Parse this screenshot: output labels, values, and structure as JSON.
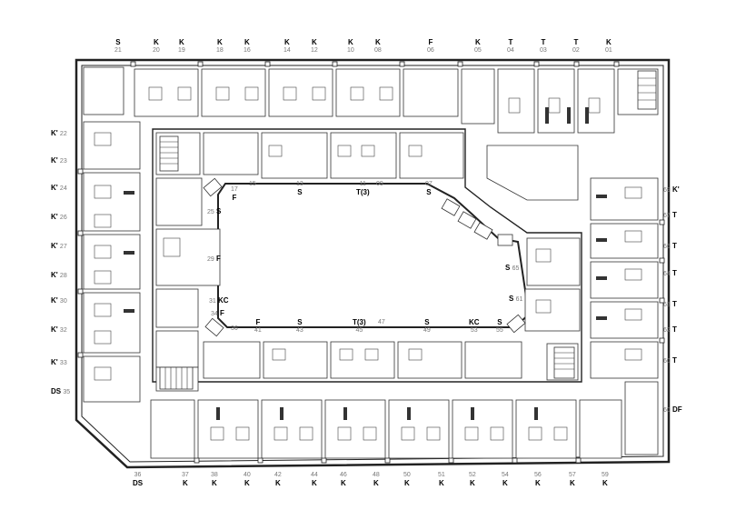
{
  "plan": {
    "top_labels": [
      {
        "type": "S",
        "num": "21"
      },
      {
        "type": "K",
        "num": "20"
      },
      {
        "type": "K",
        "num": "19"
      },
      {
        "type": "K",
        "num": "18"
      },
      {
        "type": "K",
        "num": "16"
      },
      {
        "type": "K",
        "num": "14"
      },
      {
        "type": "K",
        "num": "12"
      },
      {
        "type": "K",
        "num": "10"
      },
      {
        "type": "K",
        "num": "08"
      },
      {
        "type": "F",
        "num": "06"
      },
      {
        "type": "K",
        "num": "05"
      },
      {
        "type": "T",
        "num": "04"
      },
      {
        "type": "T",
        "num": "03"
      },
      {
        "type": "T",
        "num": "02"
      },
      {
        "type": "K",
        "num": "01"
      }
    ],
    "bottom_labels": [
      {
        "type": "DS",
        "num": "36"
      },
      {
        "type": "K",
        "num": "37"
      },
      {
        "type": "K",
        "num": "38"
      },
      {
        "type": "K",
        "num": "40"
      },
      {
        "type": "K",
        "num": "42"
      },
      {
        "type": "K",
        "num": "44"
      },
      {
        "type": "K",
        "num": "46"
      },
      {
        "type": "K",
        "num": "48"
      },
      {
        "type": "K",
        "num": "50"
      },
      {
        "type": "K",
        "num": "51"
      },
      {
        "type": "K",
        "num": "52"
      },
      {
        "type": "K",
        "num": "54"
      },
      {
        "type": "K",
        "num": "56"
      },
      {
        "type": "K",
        "num": "57"
      },
      {
        "type": "K",
        "num": "59"
      }
    ],
    "left_labels": [
      {
        "type": "K'",
        "num": "22"
      },
      {
        "type": "K'",
        "num": "23"
      },
      {
        "type": "K'",
        "num": "24"
      },
      {
        "type": "K'",
        "num": "26"
      },
      {
        "type": "K'",
        "num": "27"
      },
      {
        "type": "K'",
        "num": "28"
      },
      {
        "type": "K'",
        "num": "30"
      },
      {
        "type": "K'",
        "num": "32"
      },
      {
        "type": "K'",
        "num": "33"
      },
      {
        "type": "DS",
        "num": "35"
      }
    ],
    "right_labels": [
      {
        "type": "K'",
        "num": "69"
      },
      {
        "type": "T",
        "num": "67"
      },
      {
        "type": "T",
        "num": "66"
      },
      {
        "type": "T",
        "num": "64"
      },
      {
        "type": "T",
        "num": "63"
      },
      {
        "type": "T",
        "num": "62"
      },
      {
        "type": "T",
        "num": "60"
      },
      {
        "type": "DF",
        "num": "60"
      }
    ],
    "inner_top_labels": [
      {
        "type": "F",
        "num": "17"
      },
      {
        "type": "",
        "num": "15"
      },
      {
        "type": "S",
        "num": "13"
      },
      {
        "type": "T(3)",
        "num": "11"
      },
      {
        "type": "",
        "num": "09"
      },
      {
        "type": "S",
        "num": "07"
      }
    ],
    "inner_left_labels": [
      {
        "type": "S",
        "num": "25"
      },
      {
        "type": "F",
        "num": "29"
      },
      {
        "type": "KC",
        "num": "31"
      },
      {
        "type": "F",
        "num": "34"
      },
      {
        "type": "",
        "num": "36"
      }
    ],
    "inner_bottom_labels": [
      {
        "type": "F",
        "num": "41"
      },
      {
        "type": "S",
        "num": "43"
      },
      {
        "type": "T(3)",
        "num": "45"
      },
      {
        "type": "",
        "num": "47"
      },
      {
        "type": "S",
        "num": "49"
      },
      {
        "type": "KC",
        "num": "53"
      },
      {
        "type": "S",
        "num": "55"
      }
    ],
    "inner_right_labels": [
      {
        "type": "S",
        "num": "65"
      },
      {
        "type": "S",
        "num": "61"
      }
    ]
  }
}
